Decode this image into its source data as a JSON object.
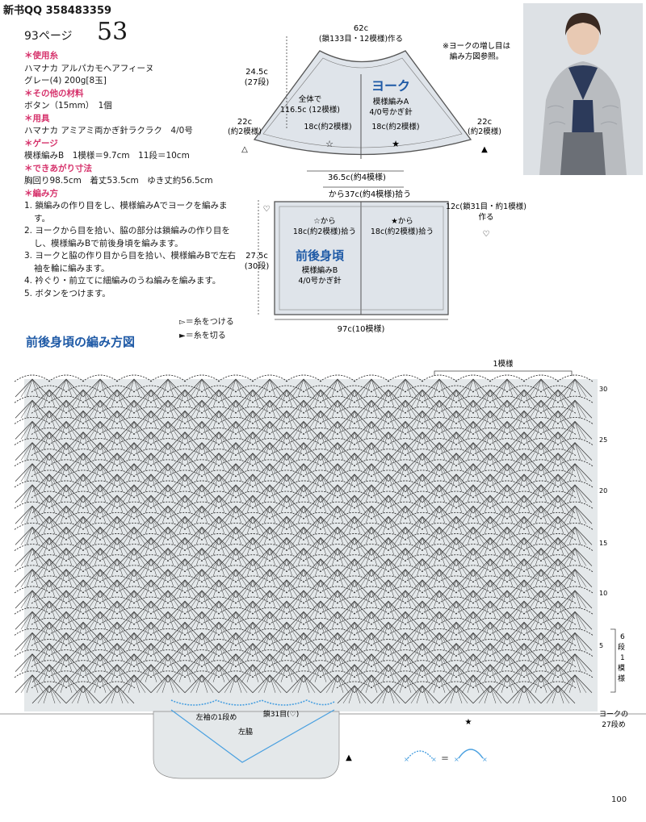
{
  "header": {
    "qq": "新书QQ 358483359",
    "page_label": "93ページ",
    "pattern_no": "53"
  },
  "spec": {
    "yarn_h": "＊使用糸",
    "yarn_l1": "ハマナカ アルパカモヘアフィーヌ",
    "yarn_l2": "グレー(4) 200g[8玉]",
    "other_h": "＊その他の材料",
    "other_l1": "ボタン（15mm）　1個",
    "tools_h": "＊用具",
    "tools_l1": "ハマナカ アミアミ両かぎ針ラクラク　4/0号",
    "gauge_h": "＊ゲージ",
    "gauge_l1": "模様編みB　1模様＝9.7cm　11段＝10cm",
    "size_h": "＊できあがり寸法",
    "size_l1": "胸回り98.5cm　着丈53.5cm　ゆき丈約56.5cm",
    "method_h": "＊編み方",
    "steps": [
      "1. 鎖編みの作り目をし、模様編みAでヨークを編みます。",
      "2. ヨークから目を拾い、脇の部分は鎖編みの作り目をし、模様編みBで前後身頃を編みます。",
      "3. ヨークと脇の作り目から目を拾い、模様編みBで左右袖を輪に編みます。",
      "4. 衿ぐり・前立てに細編みのうね編みを編みます。",
      "5. ボタンをつけます。"
    ]
  },
  "yoke": {
    "top": "62c",
    "top_sub": "(鎖133目・12模様)作る",
    "height": "24.5c",
    "height_rows": "(27段)",
    "total_1": "全体で",
    "total_2": "116.5c (12模様)",
    "name": "ヨーク",
    "pattern": "模様編みA",
    "hook": "4/0号かぎ針",
    "side_l": "18c(約2模様)",
    "side_r": "18c(約2模様)",
    "edge_l": "22c",
    "edge_l_sub": "(約2模様)",
    "edge_r": "22c",
    "edge_r_sub": "(約2模様)",
    "bottom": "36.5c(約4模様)",
    "note_1": "※ヨークの増し目は",
    "note_2": "編み方図参照。"
  },
  "body": {
    "pickup": "から37c(約4模様)拾う",
    "star_white_1": "☆から",
    "star_white_2": "18c(約2模様)拾う",
    "star_black_1": "★から",
    "star_black_2": "18c(約2模様)拾う",
    "chain_1": "12c(鎖31目・約1模様)",
    "chain_2": "作る",
    "height": "27.5c",
    "height_rows": "(30段)",
    "name": "前後身頃",
    "pattern": "模様編みB",
    "hook": "4/0号かぎ針",
    "width": "97c(10模様)"
  },
  "legend": {
    "attach": "＝糸をつける",
    "cut": "＝糸を切る"
  },
  "chart": {
    "title": "前後身頃の編み方図",
    "repeat_label": "1模様",
    "row_labels": [
      "30",
      "25",
      "20",
      "15",
      "10",
      "5"
    ],
    "six_rows_1": "6",
    "six_rows_2": "段",
    "six_rows_3": "1",
    "six_rows_4": "模",
    "six_rows_5": "様",
    "start_1": "ヨークの",
    "start_2": "27段め",
    "sleeve_row1": "左袖の1段め",
    "chain31": "鎖31目(♡)",
    "side": "左脇",
    "eq": "＝"
  },
  "footer": {
    "page": "100"
  },
  "colors": {
    "accent": "#d6336c",
    "title_blue": "#1f5aa6",
    "fill_blue": "#dfe4ea",
    "chart_bg": "#e4e8ea"
  }
}
